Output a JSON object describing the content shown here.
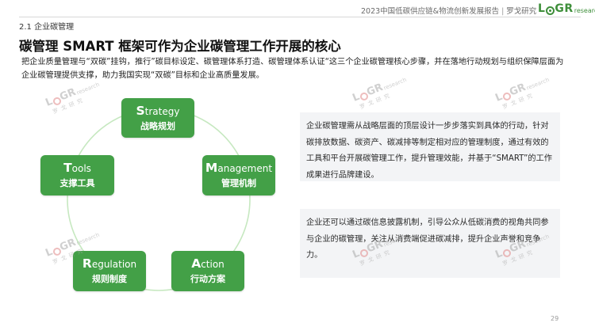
{
  "header": {
    "report_title": "2023中国低碳供应链&物流创新发展报告",
    "publisher": "罗戈研究",
    "logo": {
      "letters_prefix": "L",
      "letters_suffix": "GR",
      "sub": "research"
    },
    "separator": "|"
  },
  "section_label": "2.1 企业碳管理",
  "page_title": "碳管理 SMART 框架可作为企业碳管理工作开展的核心",
  "intro": "把企业质量管理与“双碳”挂钩，推行”碳目标设定、碳管理体系打造、碳管理体系认证“这三个企业碳管理核心步骤，并在落地行动规划与组织保障层面为企业碳管理提供支撑，助力我国实现“双碳”目标和企业高质量发展。",
  "smart_cycle": {
    "ring_color": "#c6e8c0",
    "node_color": "#43a047",
    "nodes": [
      {
        "cap": "S",
        "rest": "trategy",
        "zh": "战略规划"
      },
      {
        "cap": "M",
        "rest": "anagement",
        "zh": "管理机制"
      },
      {
        "cap": "A",
        "rest": "ction",
        "zh": "行动方案"
      },
      {
        "cap": "R",
        "rest": "egulation",
        "zh": "规则制度"
      },
      {
        "cap": "T",
        "rest": "ools",
        "zh": "支撑工具"
      }
    ]
  },
  "text_boxes": {
    "box1": "企业碳管理需从战略层面的顶层设计一步步落实到具体的行动，针对碳排放数据、碳资产、碳减排等制定相对应的管理制度，通过有效的工具和平台开展碳管理工作，提升管理效能，并基于“SMART”的工作成果进行品牌建设。",
    "box2": "企业还可以通过碳信息披露机制，引导公众从低碳消费的视角共同参与企业的碳管理，关注从消费端促进碳减排，提升企业声誉和竞争力。",
    "background_color": "#f3f4f6"
  },
  "watermark": {
    "prefix": "L",
    "suffix": "GR",
    "sub": "research",
    "cn": "罗戈研究"
  },
  "page_number": "29"
}
